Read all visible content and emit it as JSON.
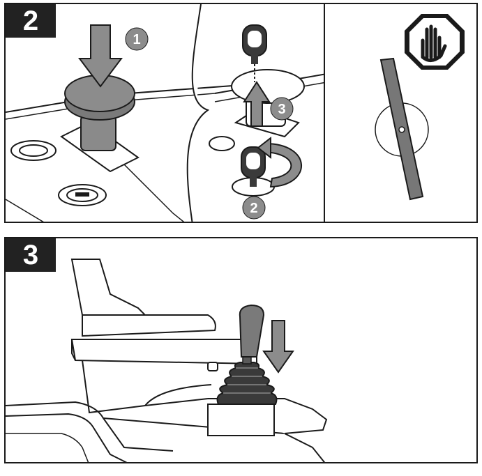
{
  "steps": {
    "top": {
      "number": "2",
      "callouts": [
        "1",
        "2",
        "3"
      ]
    },
    "bottom": {
      "number": "3"
    }
  },
  "icons": {
    "press_arrow": "down-arrow-icon",
    "key_turn": "rotate-arrow-icon",
    "key_pull": "up-arrow-icon",
    "stop_sign": "stop-hand-icon",
    "lever_down": "down-arrow-icon"
  },
  "colors": {
    "outline": "#1a1a1a",
    "arrow_gray": "#8c8c8c",
    "badge_bg": "#222222",
    "lever_gray": "#7a7a7a",
    "blade_gray": "#777777"
  }
}
